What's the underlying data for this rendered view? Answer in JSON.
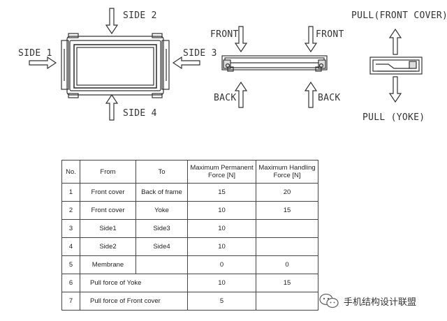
{
  "diagram": {
    "side_labels": {
      "side1": "SIDE 1",
      "side2": "SIDE 2",
      "side3": "SIDE 3",
      "side4": "SIDE 4"
    },
    "force_labels": {
      "front_left": "FRONT",
      "front_right": "FRONT",
      "back_left": "BACK",
      "back_right": "BACK"
    },
    "pull_labels": {
      "front_cover": "PULL(FRONT COVER)",
      "yoke": "PULL (YOKE)"
    }
  },
  "table": {
    "headers": [
      "No.",
      "From",
      "To",
      "Maximum Permanent Force [N]",
      "Maximum Handling Force [N]"
    ],
    "rows": [
      {
        "no": "1",
        "from": "Front cover",
        "to": "Back of frame",
        "permanent": "15",
        "handling": "20"
      },
      {
        "no": "2",
        "from": "Front cover",
        "to": "Yoke",
        "permanent": "10",
        "handling": "15"
      },
      {
        "no": "3",
        "from": "Side1",
        "to": "Side3",
        "permanent": "10",
        "handling": ""
      },
      {
        "no": "4",
        "from": "Side2",
        "to": "Side4",
        "permanent": "10",
        "handling": ""
      },
      {
        "no": "5",
        "from": "Membrane",
        "to": "",
        "permanent": "0",
        "handling": "0"
      },
      {
        "no": "6",
        "from_to": "Pull force of Yoke",
        "permanent": "10",
        "handling": "15"
      },
      {
        "no": "7",
        "from_to": "Pull force of Front cover",
        "permanent": "5",
        "handling": ""
      }
    ]
  },
  "watermark": {
    "text": "手机结构设计联盟",
    "icon": "wechat-icon"
  }
}
